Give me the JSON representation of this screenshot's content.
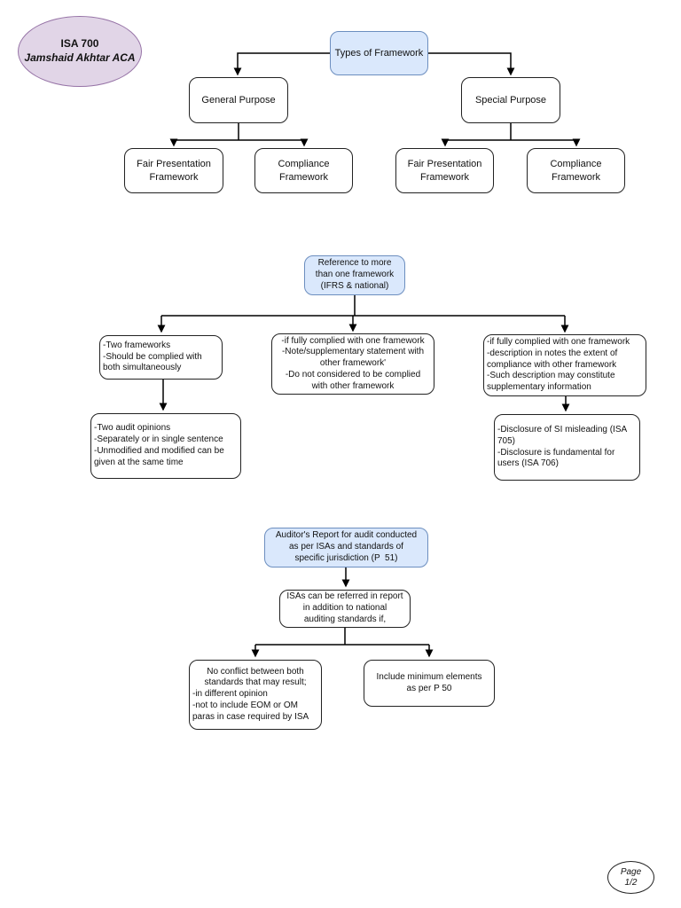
{
  "colors": {
    "node_blue_fill": "#dae8fc",
    "node_blue_border": "#6c8ebf",
    "ellipse_fill": "#e1d5e7",
    "ellipse_border": "#9673a6",
    "line": "#000000"
  },
  "header": {
    "title": "ISA 700",
    "author": "Jamshaid Akhtar ACA"
  },
  "footer": {
    "page_label": "Page",
    "page_number": "1/2"
  },
  "framework_tree": {
    "root": "Types of Framework",
    "general_purpose": "General Purpose",
    "special_purpose": "Special Purpose",
    "gp_fair_presentation": "Fair Presentation\nFramework",
    "gp_compliance": "Compliance\nFramework",
    "sp_fair_presentation": "Fair Presentation\nFramework",
    "sp_compliance": "Compliance\nFramework"
  },
  "multi_framework_tree": {
    "root": "Reference to more\nthan one framework\n(IFRS & national)",
    "both_frameworks": "-Two frameworks\n-Should be complied with\nboth simultaneously",
    "one_framework_note": "-if fully complied with one framework\n-Note/supplementary statement with\nother framework'\n-Do not considered to be complied\nwith other framework",
    "one_framework_description": "-if fully complied with one framework\n-description in notes the extent of\ncompliance with other framework\n-Such description may constitute\nsupplementary information",
    "two_audit_opinions": "-Two audit opinions\n-Separately or in single sentence\n-Unmodified and modified can be\ngiven at the same time",
    "disclosure_notes": "-Disclosure of SI misleading (ISA\n705)\n-Disclosure is fundamental for\nusers (ISA 706)"
  },
  "auditors_report_tree": {
    "root": "Auditor's Report for audit conducted\nas per ISAs and standards of\nspecific jurisdiction (P  51)",
    "condition": "ISAs can be referred in report\nin addition to national\nauditing standards if,",
    "no_conflict_intro": "No conflict between both\nstandards that may result;",
    "no_conflict_bullets": "-in different opinion\n-not to include EOM or OM\nparas in case required by ISA",
    "minimum_elements": "Include minimum elements\nas per P 50"
  }
}
